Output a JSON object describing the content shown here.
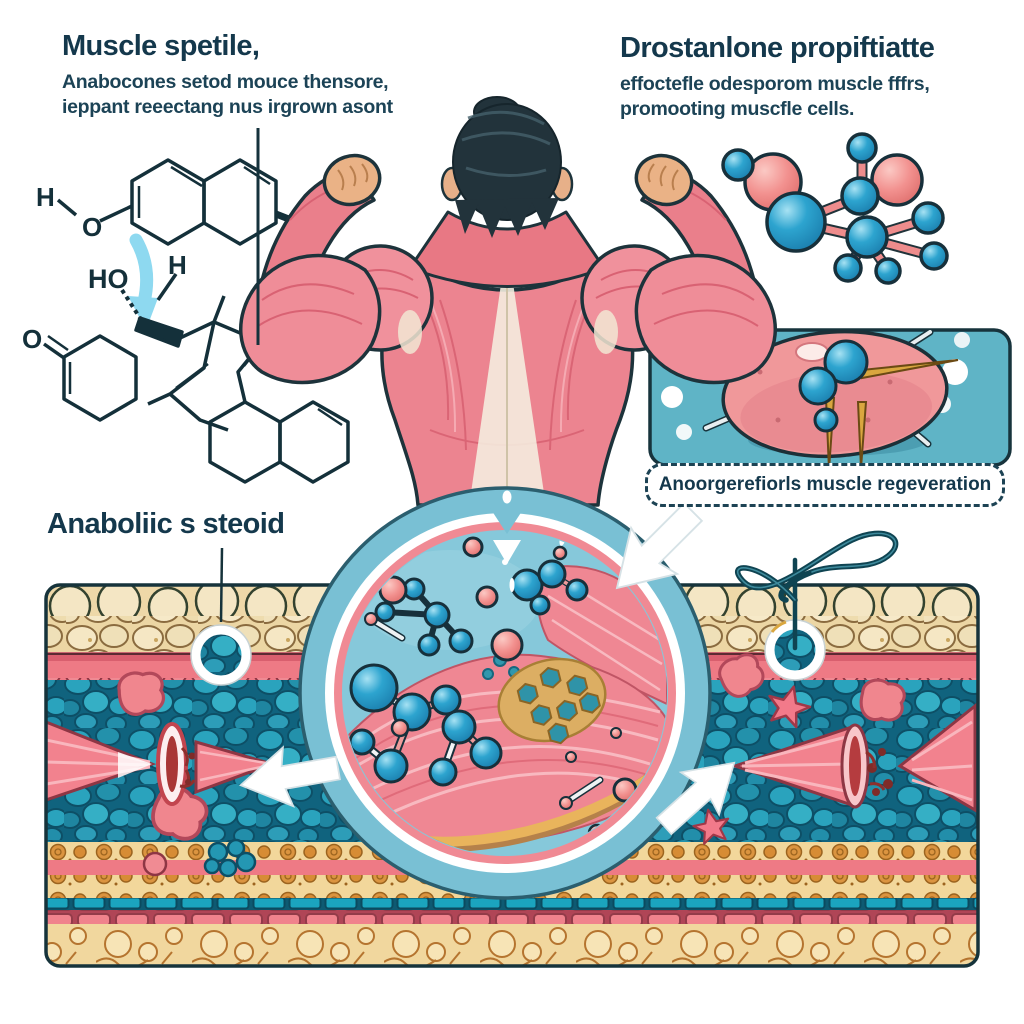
{
  "title_blocks": {
    "muscle": {
      "title": "Muscle spetile,",
      "line1": "Anabocones setod mouce thensore,",
      "line2": "ieppant reeectang nus irgrown asont"
    },
    "drostanolone": {
      "title": "Drostanlone propiftiatte",
      "line1": "effoctefle odesporom muscle fffrs,",
      "line2": "promooting muscfle cells."
    }
  },
  "labels": {
    "anabolic_steroid": "Anaboliic s steoid",
    "regeneration_callout": "Anoorgerefiorls muscle regeveration"
  },
  "chemistry": {
    "atoms": {
      "h_top": "H",
      "o_top": "O",
      "ho_mid": "HO",
      "h_mid": "H",
      "o_left": "O"
    }
  },
  "icons": [
    "magnifier-circle",
    "suture-thread-icon",
    "follicle-ring",
    "steroid-molecule-cluster",
    "muscle-cell-inset",
    "muscle-fiber-cone",
    "star-cell",
    "white-arrow-icon",
    "blue-reaction-arrow-icon"
  ],
  "palette": {
    "heading_text": "#14384c",
    "body_text": "#1c4356",
    "chem_line": "#14303a",
    "reaction_arrow_blue": "#8ed9f0",
    "molecule_blue": "#2da4cf",
    "molecule_pink": "#f2918f",
    "muscle_pink": "#ee8591",
    "muscle_stripe": "#f8b9c0",
    "fat_beige": "#eed8a8",
    "pebble_teal": "#2aa3bd",
    "band_pink": "#ee7a85",
    "inset_teal": "#5fb4c6",
    "gold_needle": "#d9a63f",
    "outline_dark": "#1c333b",
    "lens_rim_blue": "#79c0d4",
    "lens_ring_pink": "#f08a94",
    "tear_dark_red": "#8e2f2c"
  }
}
